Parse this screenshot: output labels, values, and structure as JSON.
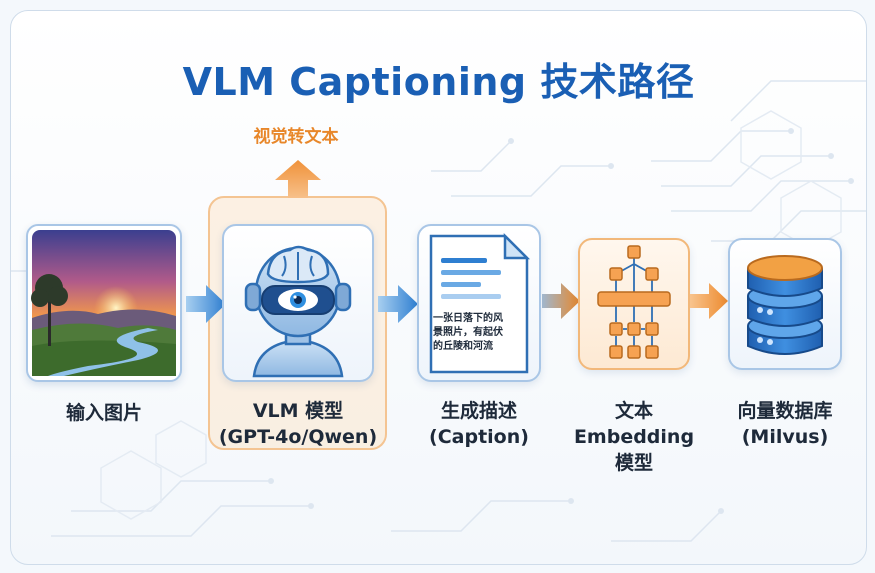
{
  "title": "VLM Captioning 技术路径",
  "vlm_tag": "视觉转文本",
  "steps": [
    {
      "label": [
        "输入图片"
      ],
      "icon": "landscape-photo-icon"
    },
    {
      "label": [
        "VLM 模型",
        "(GPT-4o/Qwen)"
      ],
      "icon": "robot-eye-icon"
    },
    {
      "label": [
        "生成描述",
        "(Caption)"
      ],
      "icon": "document-icon"
    },
    {
      "label": [
        "文本",
        "Embedding",
        "模型"
      ],
      "icon": "neural-network-icon"
    },
    {
      "label": [
        "向量数据库",
        "(Milvus)"
      ],
      "icon": "database-icon"
    }
  ],
  "caption_text": [
    "一张日落下的风",
    "景照片，有起伏",
    "的丘陵和河流"
  ],
  "colors": {
    "title": "#1a5fb4",
    "accent_orange": "#e8872a",
    "blue": "#2f7fd1",
    "text": "#1e2a3a"
  }
}
